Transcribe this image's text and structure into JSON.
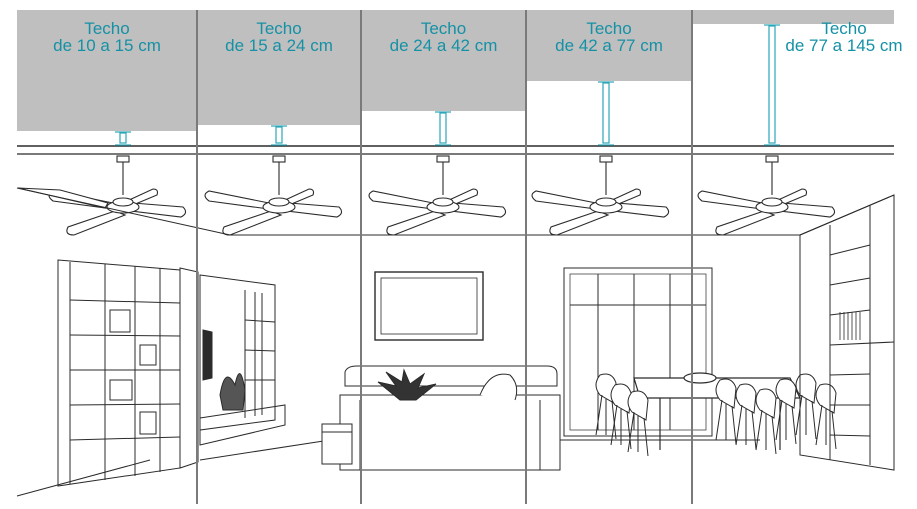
{
  "colors": {
    "ceiling_gray": "#bfbfbf",
    "divider_gray": "#7a7a7a",
    "text_teal": "#1591a6",
    "line_dark": "#2b2b2b",
    "rod_teal": "#2aa6b8"
  },
  "options": [
    {
      "title": "Techo",
      "range": "de 10 a 15 cm"
    },
    {
      "title": "Techo",
      "range": "de 15 a 24 cm"
    },
    {
      "title": "Techo",
      "range": "de 24 a 42 cm"
    },
    {
      "title": "Techo",
      "range": "de 42 a 77 cm"
    },
    {
      "title": "Techo",
      "range": "de 77 a 145 cm"
    }
  ],
  "icons": [
    "ceiling-fan-icon",
    "downrod-icon",
    "bookshelf-icon",
    "tv-icon",
    "picture-frame-icon",
    "sofa-icon",
    "plant-icon",
    "window-icon",
    "dining-table-icon",
    "chair-icon"
  ]
}
